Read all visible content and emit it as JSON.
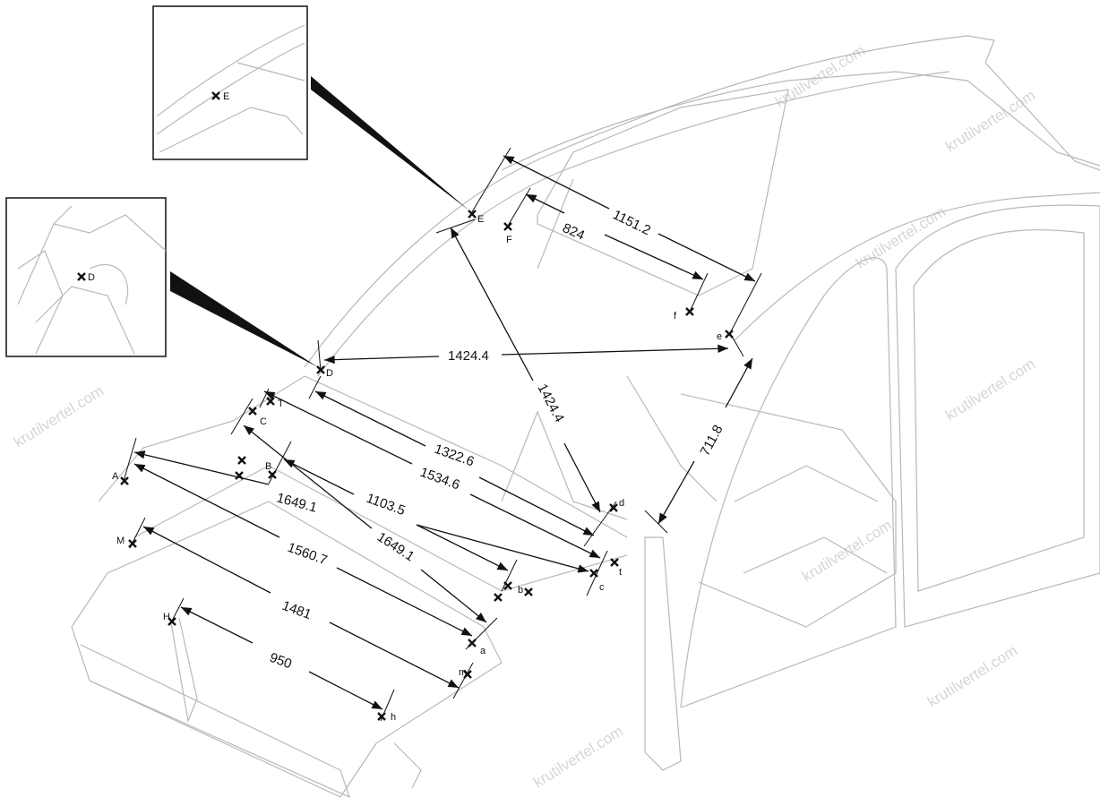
{
  "watermark": "krutilvertel.com",
  "dimensions": [
    {
      "value": "1151.2",
      "from": "E",
      "to": "e"
    },
    {
      "value": "824",
      "from": "F",
      "to": "f"
    },
    {
      "value": "1424.4",
      "from": "D",
      "to": "e"
    },
    {
      "value": "1424.4",
      "from": "E",
      "to": "d"
    },
    {
      "value": "711.8",
      "from": "e",
      "to": "d"
    },
    {
      "value": "1322.6",
      "from": "D",
      "to": "d"
    },
    {
      "value": "1534.6",
      "from": "T",
      "to": "t"
    },
    {
      "value": "1103.5",
      "from": "B",
      "to": "c"
    },
    {
      "value": "1649.1",
      "from": "A",
      "to": "b"
    },
    {
      "value": "1649.1",
      "from": "C",
      "to": "a"
    },
    {
      "value": "1560.7",
      "from": "A",
      "to": "a"
    },
    {
      "value": "1481",
      "from": "M",
      "to": "m"
    },
    {
      "value": "950",
      "from": "H",
      "to": "h"
    }
  ],
  "points": [
    "E",
    "F",
    "f",
    "e",
    "D",
    "T",
    "C",
    "B",
    "A",
    "M",
    "H",
    "a",
    "m",
    "h",
    "b",
    "c",
    "t",
    "d"
  ],
  "insets": [
    {
      "label": "E",
      "target": "E"
    },
    {
      "label": "D",
      "target": "D"
    }
  ]
}
